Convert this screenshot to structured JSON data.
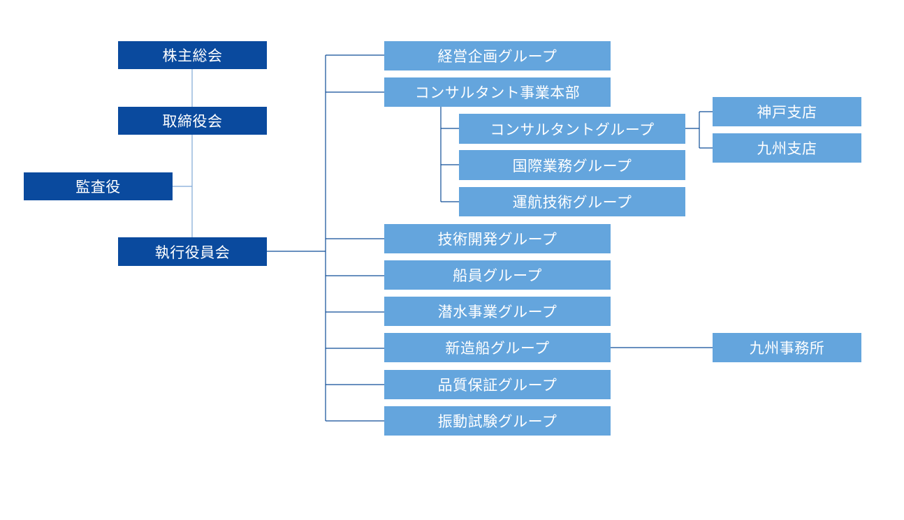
{
  "colors": {
    "executive_fill": "#0a4a9e",
    "department_fill": "#64a5dd",
    "executive_line": "#7fa8d6",
    "department_line": "#0d4c96",
    "text": "#ffffff"
  },
  "executive": {
    "shareholders": "株主総会",
    "board": "取締役会",
    "auditor": "監査役",
    "committee": "執行役員会"
  },
  "departments": {
    "planning": "経営企画グループ",
    "consulting_hq": "コンサルタント事業本部",
    "tech_dev": "技術開発グループ",
    "crew": "船員グループ",
    "diving": "潜水事業グループ",
    "newbuild": "新造船グループ",
    "quality": "品質保証グループ",
    "vibration": "振動試験グループ"
  },
  "consulting_groups": {
    "consultant": "コンサルタントグループ",
    "international": "国際業務グループ",
    "navigation": "運航技術グループ"
  },
  "branches": {
    "kobe": "神戸支店",
    "kyushu": "九州支店",
    "kyushu_office": "九州事務所"
  }
}
